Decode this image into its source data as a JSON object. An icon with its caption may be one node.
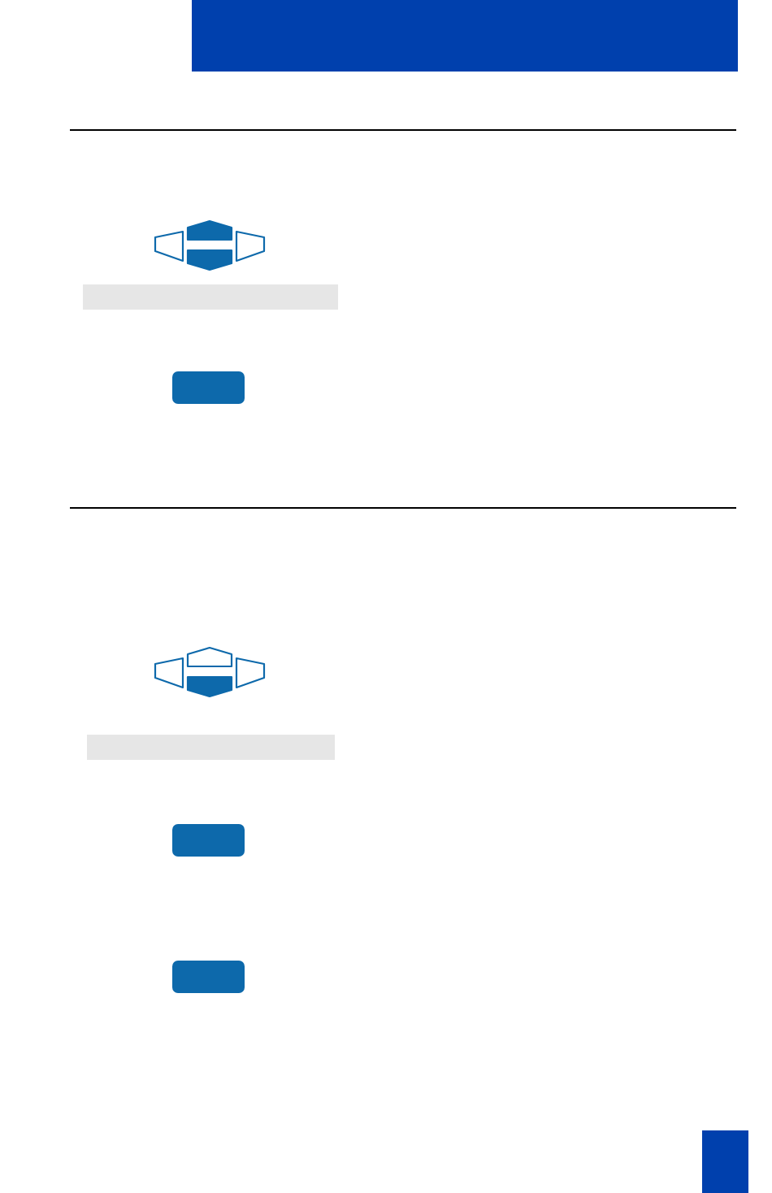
{
  "diagram": {
    "nodes": [
      {
        "text": [],
        "shape": "bar"
      },
      {
        "text": [],
        "shape": "box"
      },
      {
        "text": [],
        "shape": "bar"
      },
      {
        "text": [],
        "shape": "box"
      },
      {
        "text": [],
        "shape": "box"
      }
    ]
  }
}
